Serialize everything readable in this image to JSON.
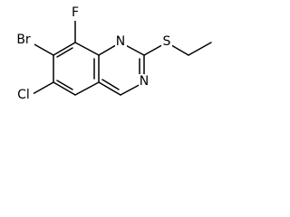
{
  "molecule": {
    "atoms": {
      "bromo": "Br",
      "fluoro": "F",
      "chloro": "Cl",
      "nitrogen_1": "N",
      "nitrogen_3": "N",
      "sulfur": "S"
    }
  }
}
